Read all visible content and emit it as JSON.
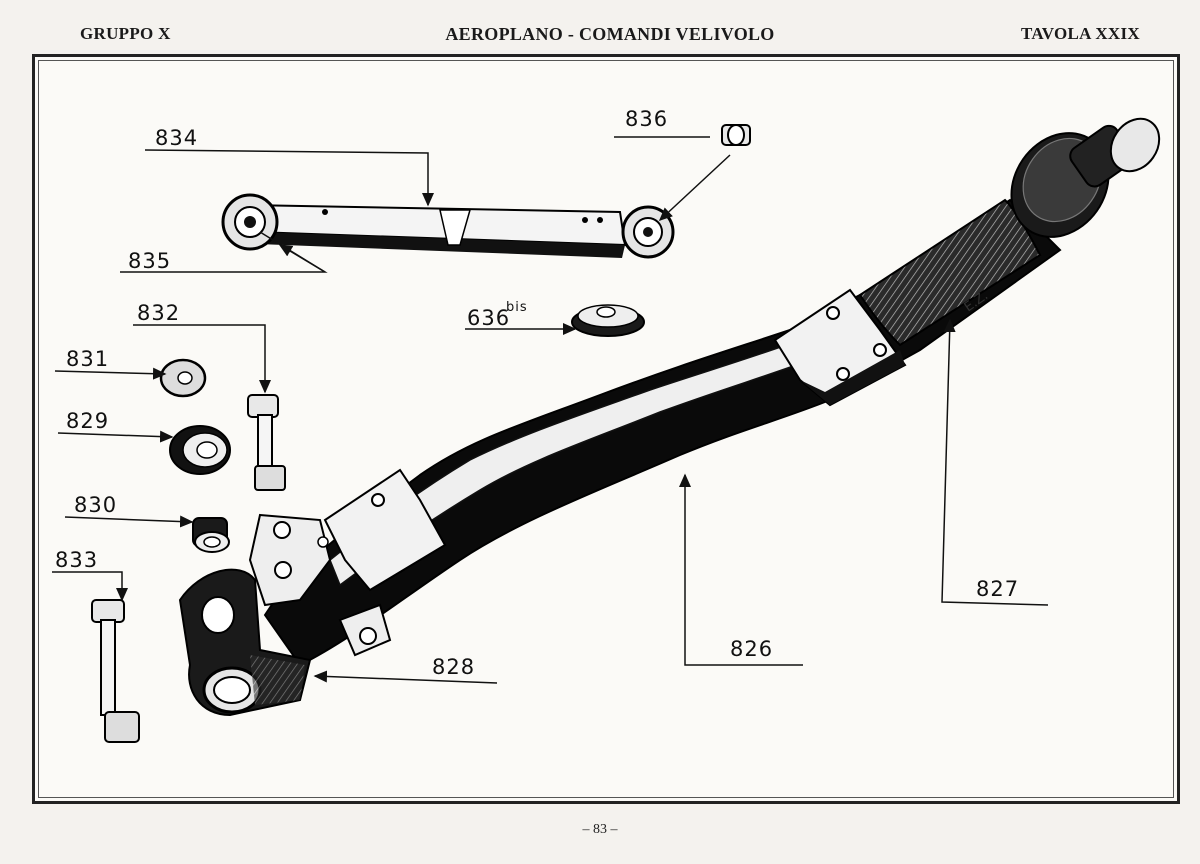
{
  "header": {
    "left": "GRUPPO X",
    "center": "AEROPLANO - COMANDI VELIVOLO",
    "right": "TAVOLA XXIX"
  },
  "labels": {
    "p834": "834",
    "p836": "836",
    "p835": "835",
    "p832": "832",
    "p636": "636",
    "p636_sup": "bis",
    "p831": "831",
    "p829": "829",
    "p830": "830",
    "p833": "833",
    "p828": "828",
    "p826": "826",
    "p827": "827",
    "initials": "E.Z."
  },
  "footer": {
    "page": "– 83 –"
  }
}
